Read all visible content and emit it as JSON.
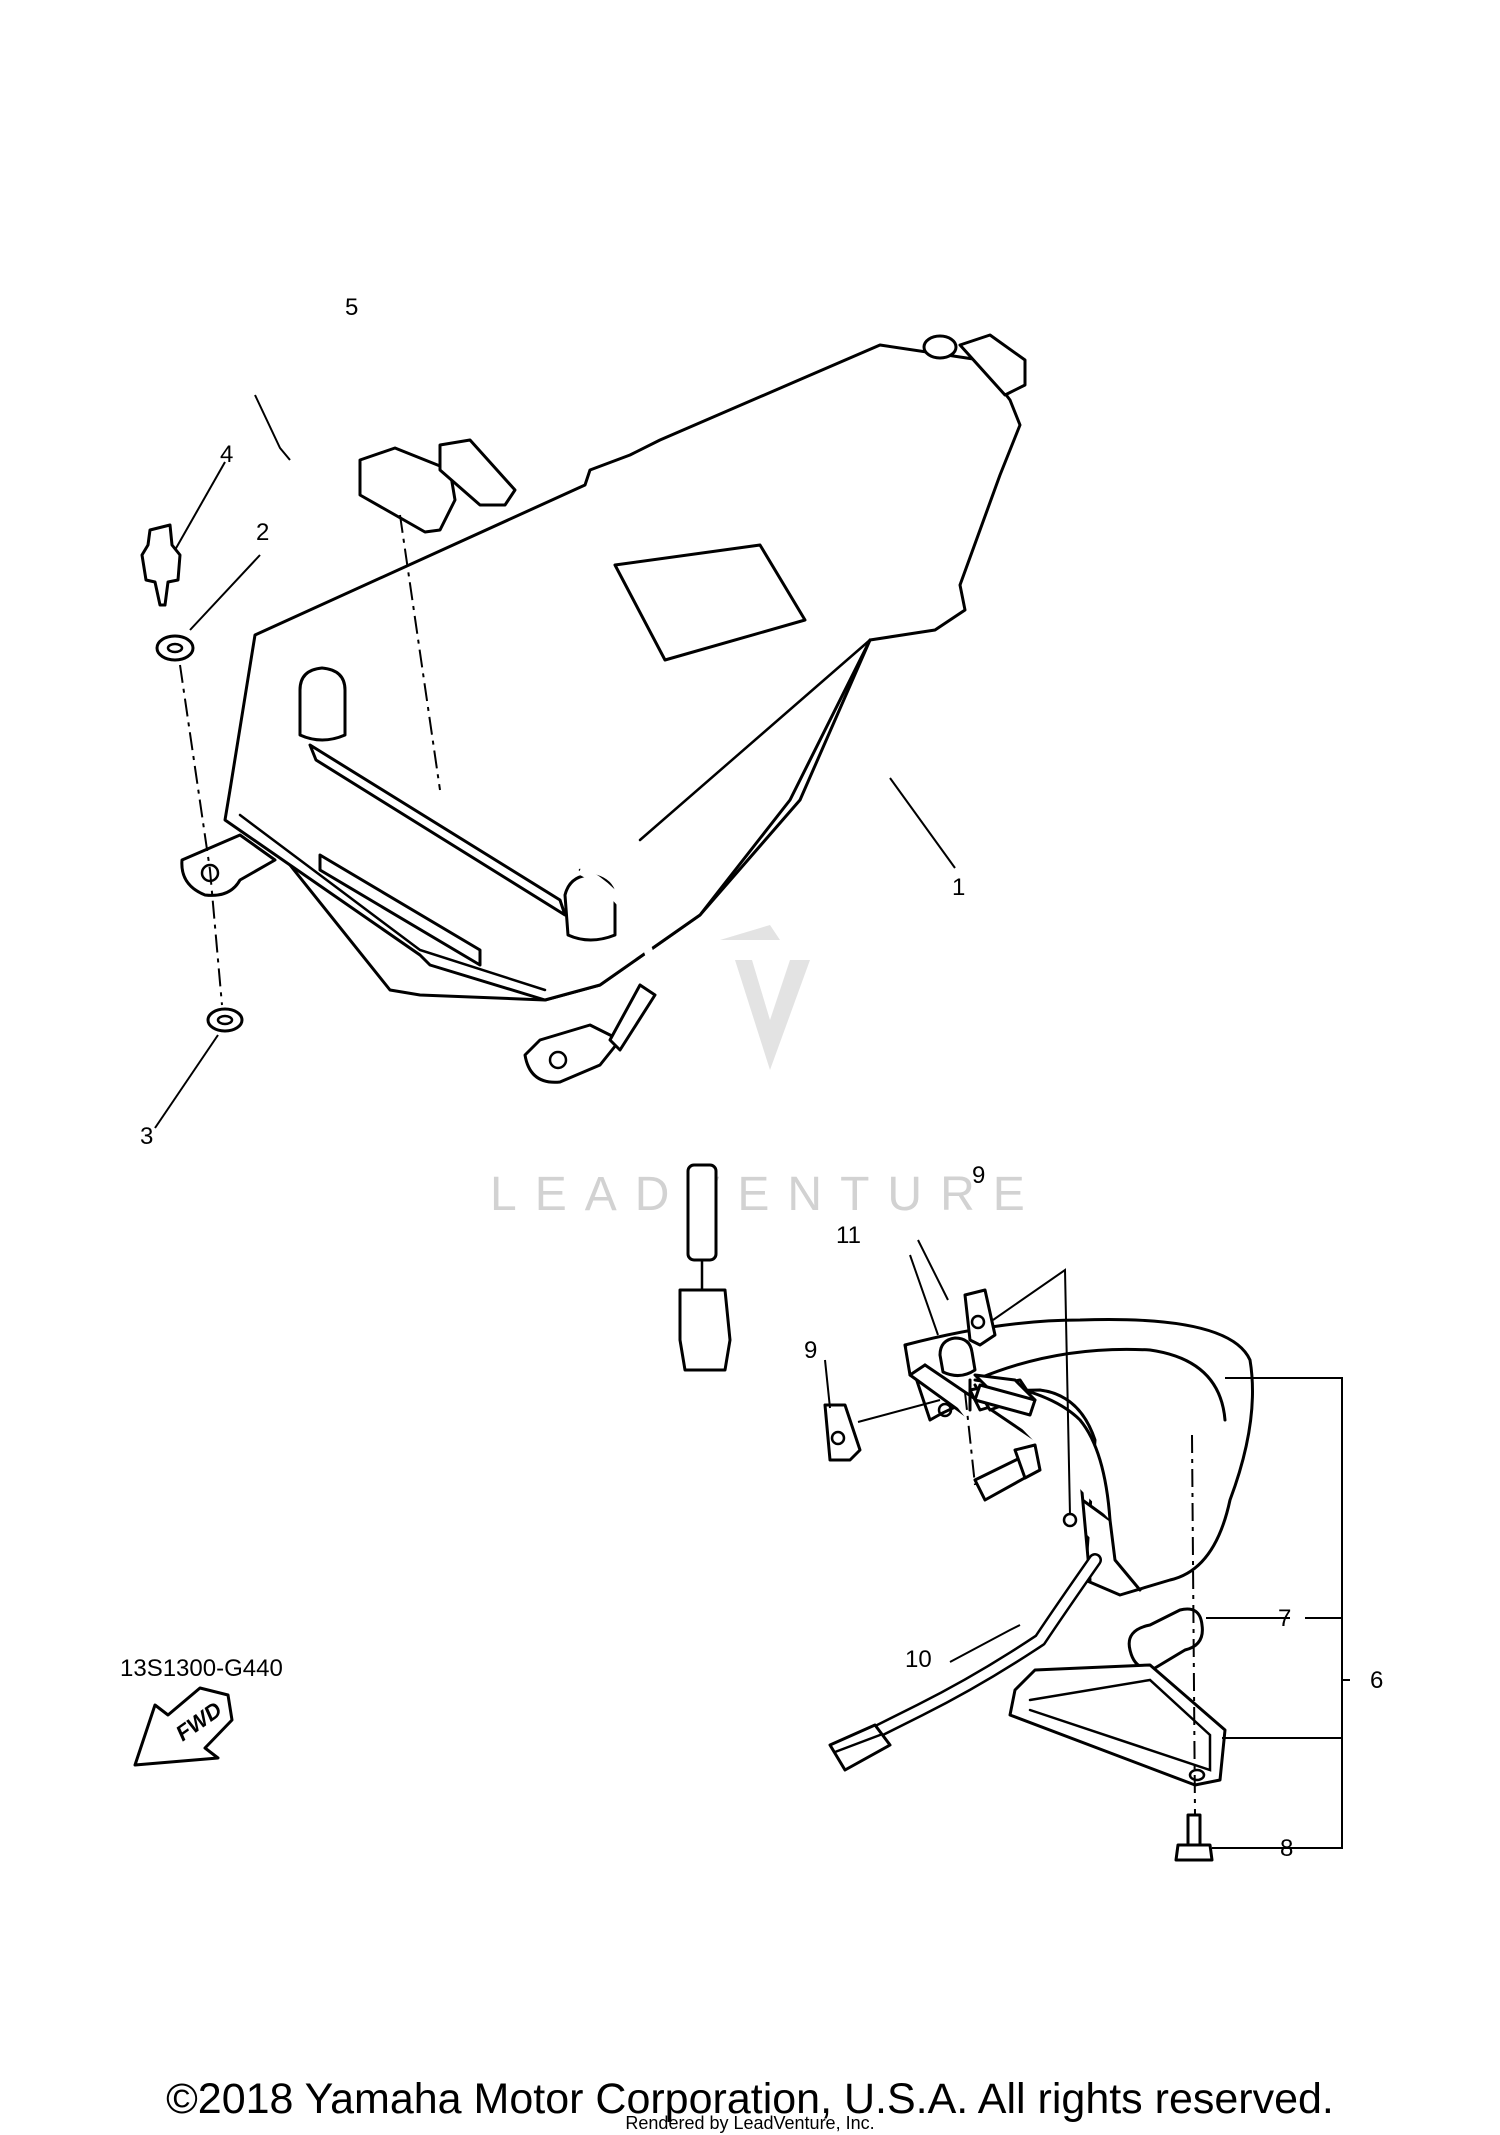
{
  "callouts": {
    "c1": "1",
    "c2": "2",
    "c3": "3",
    "c4": "4",
    "c5": "5",
    "c6": "6",
    "c7": "7",
    "c8": "8",
    "c9a": "9",
    "c9b": "9",
    "c10": "10",
    "c11": "11"
  },
  "fwd_label": "FWD",
  "diagram_code": "13S1300-G440",
  "watermark": "LEADVENTURE",
  "copyright": "©2018 Yamaha Motor Corporation, U.S.A. All rights reserved.",
  "rendered_by": "Rendered by LeadVenture, Inc."
}
